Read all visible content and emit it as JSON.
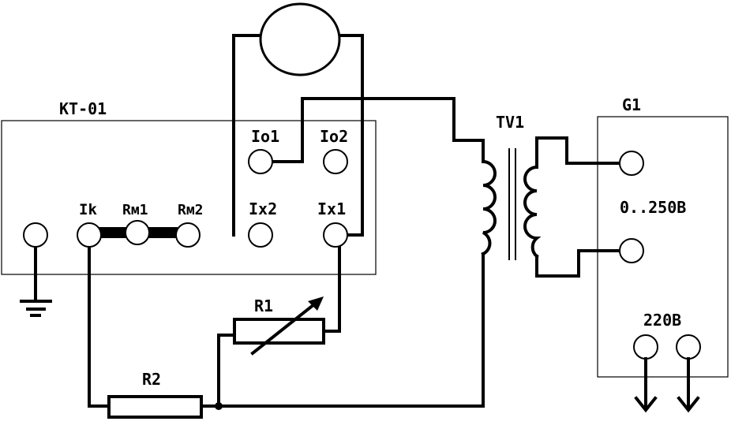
{
  "labels": {
    "kt01": "KT-01",
    "io1": "Io1",
    "io2": "Io2",
    "ix2": "Ix2",
    "ix1": "Ix1",
    "ik": "Ik",
    "rm1": "Rм1",
    "rm2": "Rм2",
    "r1": "R1",
    "r2": "R2",
    "tv1": "TV1",
    "g1": "G1",
    "range": "0..250В",
    "mains": "220В"
  }
}
